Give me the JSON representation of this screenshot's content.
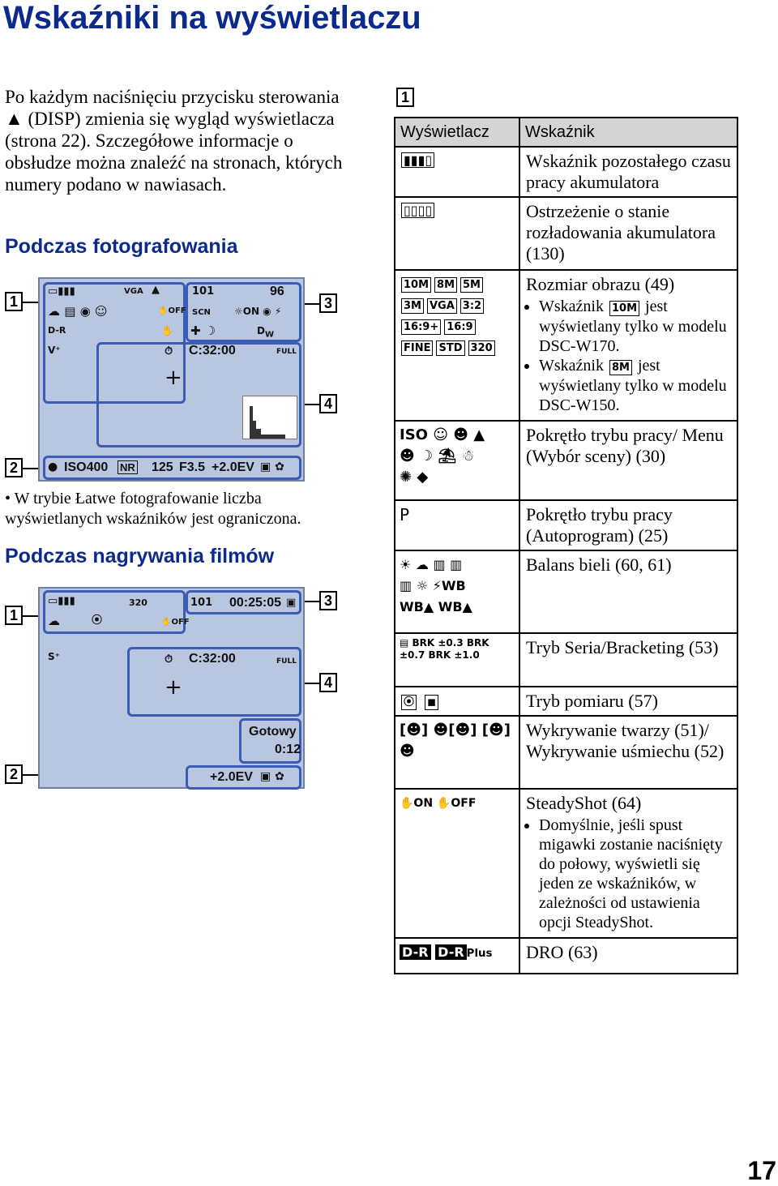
{
  "title": "Wskaźniki na wyświetlaczu",
  "intro": "Po każdym naciśnięciu przycisku sterowania ▲ (DISP) zmienia się wygląd wyświetlacza (strona 22). Szczegółowe informacje o obsłudze można znaleźć na stronach, których numery podano w nawiasach.",
  "section_photo": "Podczas fotografowania",
  "section_movie": "Podczas nagrywania filmów",
  "note_easy": "W trybie Łatwe fotografowanie liczba wyświetlanych wskaźników jest ograniczona.",
  "callouts": {
    "n1": "1",
    "n2": "2",
    "n3": "3",
    "n4": "4"
  },
  "photo_screen": {
    "shots": "96",
    "self_timer": "C:32:00",
    "iso": "ISO400",
    "nr": "NR",
    "shutter": "125",
    "aperture": "F3.5",
    "ev": "+2.0EV",
    "folder": "101",
    "vga": "VGA",
    "dr": "D-R",
    "scn": "SCN",
    "full": "FULL"
  },
  "movie_screen": {
    "size": "320",
    "folder": "101",
    "time": "00:25:05",
    "self_timer": "C:32:00",
    "status": "Gotowy",
    "elapsed": "0:12",
    "ev": "+2.0EV",
    "full": "FULL"
  },
  "table": {
    "section": "1",
    "header_display": "Wyświetlacz",
    "header_indicator": "Wskaźnik",
    "rows": [
      {
        "icons": "battery-icon",
        "text": "Wskaźnik pozostałego czasu pracy akumulatora"
      },
      {
        "icons": "battery-empty-icon",
        "text": "Ostrzeżenie o stanie rozładowania akumulatora (130)"
      },
      {
        "icons_text": "10M 8M 5M 3M VGA 3:2 16:9+ 16:9 FINE STD 320",
        "text": "Rozmiar obrazu (49)",
        "bullets": [
          {
            "pre": "Wskaźnik",
            "icon": "10M",
            "post": "jest wyświetlany tylko w modelu DSC-W170."
          },
          {
            "pre": "Wskaźnik",
            "icon": "8M",
            "post": "jest wyświetlany tylko w modelu DSC-W150."
          }
        ]
      },
      {
        "icons_text": "ISO",
        "text": "Pokrętło trybu pracy/ Menu (Wybór sceny) (30)"
      },
      {
        "icons_text": "P",
        "text": "Pokrętło trybu pracy (Autoprogram) (25)"
      },
      {
        "icons_text": "WB",
        "text": "Balans bieli (60, 61)"
      },
      {
        "icons_text": "BRK ±0.3  BRK ±0.7  BRK ±1.0",
        "text": "Tryb Seria/Bracketing (53)"
      },
      {
        "icons": "metering-icons",
        "text": "Tryb pomiaru (57)"
      },
      {
        "icons": "face-detection-icons",
        "text": "Wykrywanie twarzy (51)/ Wykrywanie uśmiechu (52)"
      },
      {
        "icons_text": "ON OFF",
        "text": "SteadyShot (64)",
        "bullets": [
          {
            "pre": "Domyślnie, jeśli spust migawki zostanie naciśnięty do połowy, wyświetli się jeden ze wskaźników, w zależności od ustawienia opcji SteadyShot.",
            "icon": "",
            "post": ""
          }
        ]
      },
      {
        "icons_text": "D-R  D-R Plus",
        "text": "DRO (63)"
      }
    ]
  },
  "page_number": "17"
}
